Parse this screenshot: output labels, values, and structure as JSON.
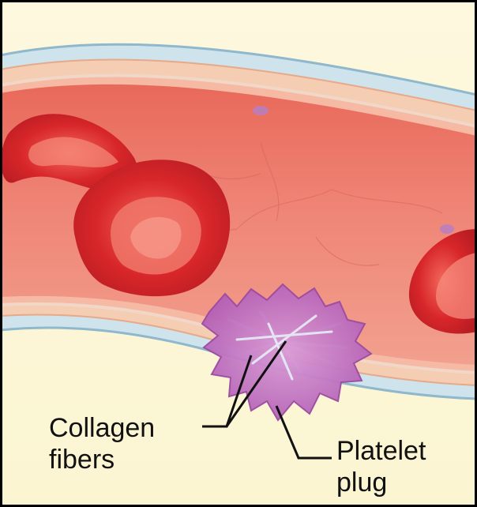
{
  "labels": {
    "collagen_line1": "Collagen",
    "collagen_line2": "fibers",
    "platelet_line1": "Platelet",
    "platelet_line2": "plug"
  }
}
